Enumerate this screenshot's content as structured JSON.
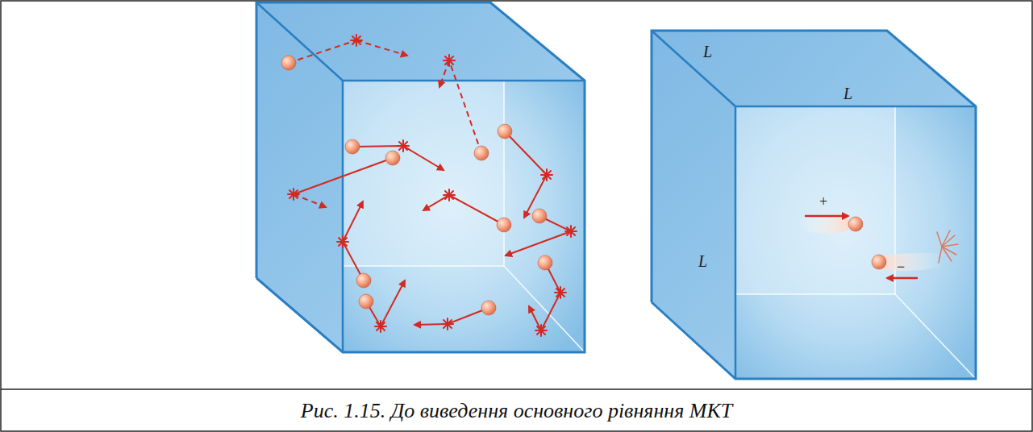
{
  "diagram": {
    "caption": "Рис. 1.15. До виведення основного рівняння МКТ",
    "labels": [
      "L",
      "L",
      "L",
      "+",
      "−"
    ]
  }
}
